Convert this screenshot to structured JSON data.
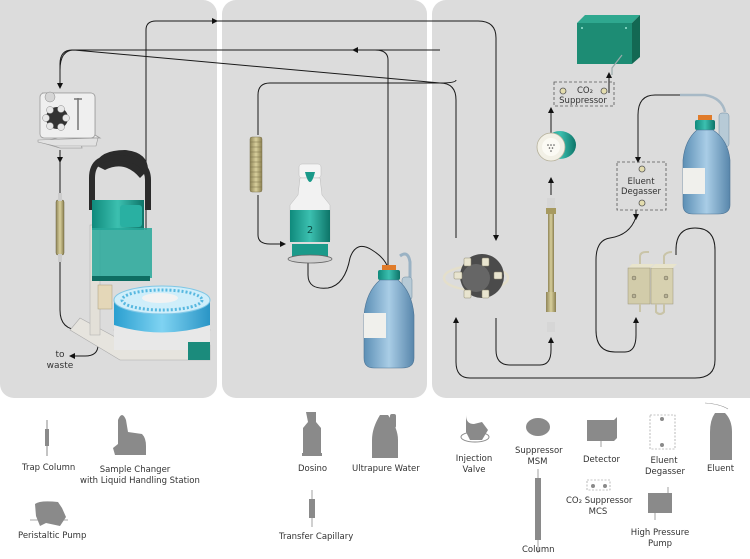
{
  "diagram": {
    "panels": [
      {
        "id": "sample-prep"
      },
      {
        "id": "dosing"
      },
      {
        "id": "ion-chromatography"
      }
    ],
    "labels": {
      "to_waste_line1": "to",
      "to_waste_line2": "waste",
      "co2_suppressor_line1": "CO₂",
      "co2_suppressor_line2": "Suppressor",
      "eluent_degasser_line1": "Eluent",
      "eluent_degasser_line2": "Degasser",
      "dosino_number": "2"
    },
    "colors": {
      "panel_bg": "#dcdcdc",
      "teal": "#1a9a8a",
      "detector_green": "#1d8c74",
      "column_gold": "#b9ae7a",
      "water_blue": "#7fb0d0",
      "line": "#1a1a1a",
      "legend_gray": "#8a8a8a"
    }
  },
  "legend": {
    "items": [
      {
        "key": "trap_column",
        "label": "Trap Column"
      },
      {
        "key": "sample_changer",
        "label": "Sample Changer",
        "label2": "with Liquid Handling Station"
      },
      {
        "key": "peristaltic_pump",
        "label": "Peristaltic Pump"
      },
      {
        "key": "dosino",
        "label": "Dosino"
      },
      {
        "key": "ultrapure_water",
        "label": "Ultrapure Water"
      },
      {
        "key": "transfer_capillary",
        "label": "Transfer Capillary"
      },
      {
        "key": "injection_valve",
        "label": "Injection",
        "label2": "Valve"
      },
      {
        "key": "suppressor_msm",
        "label": "Suppressor",
        "label2": "MSM"
      },
      {
        "key": "column",
        "label": "Column"
      },
      {
        "key": "detector",
        "label": "Detector"
      },
      {
        "key": "co2_suppressor_mcs",
        "label": "CO₂ Suppressor",
        "label2": "MCS"
      },
      {
        "key": "eluent_degasser",
        "label": "Eluent",
        "label2": "Degasser"
      },
      {
        "key": "high_pressure_pump",
        "label": "High Pressure",
        "label2": "Pump"
      },
      {
        "key": "eluent",
        "label": "Eluent"
      }
    ]
  }
}
